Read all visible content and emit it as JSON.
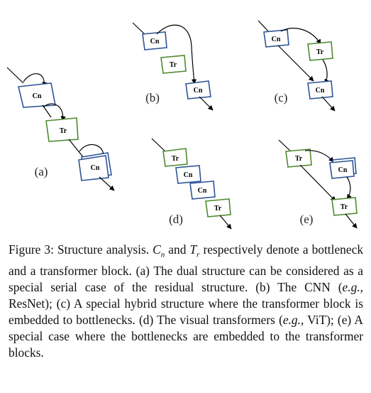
{
  "diagram": {
    "cnn_label": "Cn",
    "tr_label": "Tr",
    "colors": {
      "cnn": "#2e5597",
      "transformer": "#4e8a2f",
      "arrow": "#000000"
    },
    "sub_labels": [
      "(a)",
      "(b)",
      "(c)",
      "(d)",
      "(e)"
    ]
  },
  "caption": {
    "figure_label": "Figure 3:",
    "title": "Structure analysis.",
    "sym_c": "C",
    "sub_n": "n",
    "and_text": "and",
    "sym_t": "T",
    "sub_r": "r",
    "desc": "respectively denote a bottleneck and a transformer block. (a) The dual structure can be considered as a special serial case of the residual structure. (b) The CNN (",
    "eg1": "e.g.",
    "mid1": ", ResNet); (c) A special hybrid structure where the transformer block is embedded to bottlenecks. (d) The visual transformers (",
    "eg2": "e.g.",
    "mid2": ", ViT); (e) A special case where the bottlenecks are embedded to the transformer blocks."
  }
}
